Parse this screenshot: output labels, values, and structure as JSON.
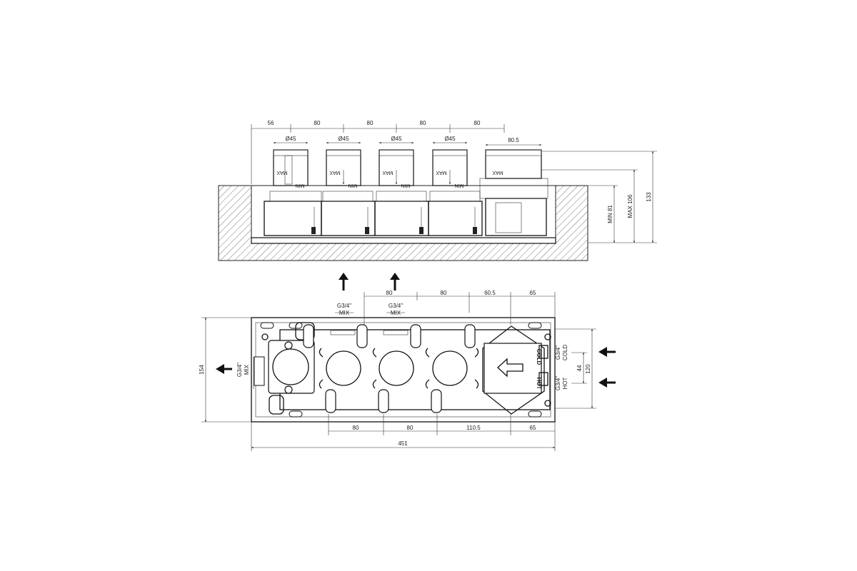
{
  "side_view": {
    "top_dims": [
      "56",
      "80",
      "80",
      "80",
      "80"
    ],
    "diameter_labels": [
      "Ø45",
      "Ø45",
      "Ø45",
      "Ø45"
    ],
    "last_width": "80.5",
    "max_label": "MAX",
    "min_label": "MIN",
    "right_dims": {
      "min": "MIN 81",
      "max": "MAX 106",
      "total": "133"
    }
  },
  "plan_view": {
    "top_dims": [
      "80",
      "80",
      "60.5",
      "65"
    ],
    "bottom_dims": [
      "80",
      "80",
      "110.5",
      "65"
    ],
    "total_width": "451",
    "height": "154",
    "right_dims": {
      "outer": "120",
      "inner": "44"
    },
    "outlet_1": {
      "thread": "G3/4\"",
      "label": "MIX"
    },
    "outlet_2": {
      "thread": "G3/4\"",
      "label": "MIX"
    },
    "left_outlet": {
      "thread": "G3/4\"",
      "label": "MIX"
    },
    "cold_inlet": {
      "thread": "G3/4\"",
      "label": "COLD"
    },
    "hot_inlet": {
      "thread": "G3/4\"",
      "label": "HOT"
    },
    "block_labels": {
      "cold": "COLD",
      "hot": "HOT"
    }
  }
}
